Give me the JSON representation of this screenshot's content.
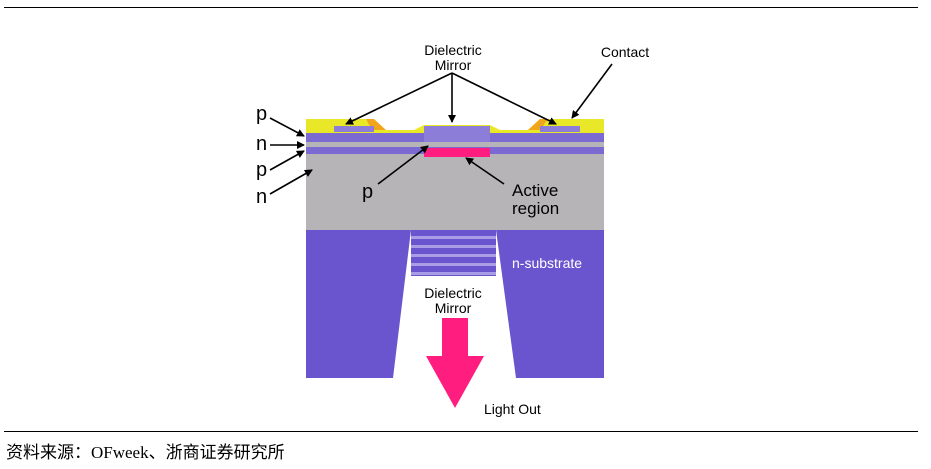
{
  "diagram": {
    "labels": {
      "dielectric_mirror_top": [
        "Dielectric",
        "Mirror"
      ],
      "contact": "Contact",
      "layer_stack": [
        "p",
        "n",
        "p",
        "n"
      ],
      "p_inner": "p",
      "active_region": [
        "Active",
        "region"
      ],
      "n_substrate": "n-substrate",
      "dielectric_mirror_bottom": [
        "Dielectric",
        "Mirror"
      ],
      "light_out": "Light Out"
    },
    "colors": {
      "substrate": "#6a55cf",
      "gray_layer": "#b6b4b6",
      "contact": "#e8e829",
      "contact_edge": "#f1a51b",
      "active": "#ff1e80",
      "arrow": "#ff1e80",
      "mirror_stripe": "#8b7dd8"
    }
  },
  "footer": {
    "source": "资料来源：OFweek、浙商证券研究所"
  }
}
